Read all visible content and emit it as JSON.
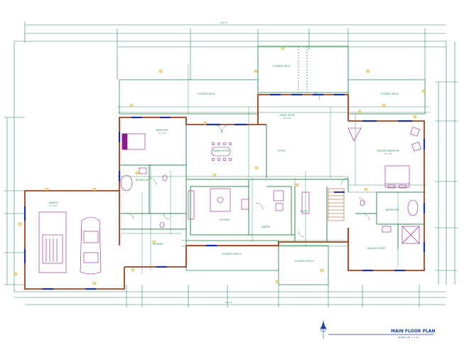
{
  "plan": {
    "title": "MAIN FLOOR PLAN",
    "scale": "SCALE: 1/4\" = 1'-0\"",
    "rooms": {
      "bedroom_left": {
        "name": "BEDROOM",
        "size": "12' x 14'"
      },
      "dining_room": {
        "name": "DINING ROOM",
        "size": ""
      },
      "great_room": {
        "name": "GREAT ROOM",
        "size": "20' x 20'"
      },
      "foyer": {
        "name": "FOYER",
        "size": ""
      },
      "master_bedroom": {
        "name": "MASTER BEDROOM",
        "size": "18' x 18'"
      },
      "garage": {
        "name": "GARAGE",
        "size": "24' x 28'"
      },
      "bathroom_left": {
        "name": "BATHROOM",
        "size": ""
      },
      "kitchen": {
        "name": "KITCHEN",
        "size": ""
      },
      "pantry": {
        "name": "PANTRY",
        "size": ""
      },
      "entry": {
        "name": "ENTRY",
        "size": ""
      },
      "laundry": {
        "name": "LAUNDRY",
        "size": ""
      },
      "master_bath": {
        "name": "BATHROOM",
        "size": ""
      },
      "walk_in_closet": {
        "name": "WALK-IN CLOSET",
        "size": ""
      },
      "covered_deck_top": {
        "name": "COVERED DECK",
        "size": ""
      },
      "covered_deck_left": {
        "name": "COVERED DECK",
        "size": ""
      },
      "covered_deck_right": {
        "name": "COVERED DECK",
        "size": ""
      },
      "covered_porch": {
        "name": "COVERED PORCH",
        "size": ""
      },
      "covered_porch_right": {
        "name": "COVERED PORCH",
        "size": ""
      }
    },
    "dimensions": {
      "overall_top": "106'-8\"",
      "overall_bottom": "106'-8\""
    }
  }
}
